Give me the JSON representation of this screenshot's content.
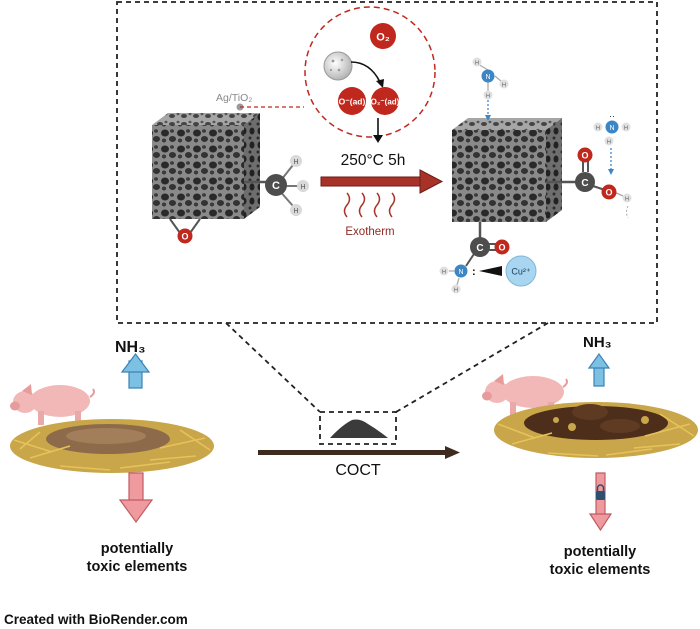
{
  "inset": {
    "catalyst_label": "Ag/TiO₂",
    "oxygen": {
      "o2": "O₂",
      "o_ad": "O⁻(ad)",
      "o2_ad": "O₂⁻(ad)"
    },
    "condition": "250°C 5h",
    "heat_label": "Exotherm",
    "copper_ion": "Cu²⁺",
    "atom_o": "O",
    "atom_c": "C",
    "atom_h": "H",
    "atom_n": "N"
  },
  "left": {
    "gas": "NH₃",
    "pte_line1": "potentially",
    "pte_line2": "toxic elements"
  },
  "right": {
    "gas": "NH₃",
    "pte_line1": "potentially",
    "pte_line2": "toxic elements"
  },
  "process_label": "COCT",
  "footer": "Created with BioRender.com",
  "colors": {
    "oxygen_red": "#c0281e",
    "arrow_red": "#a83227",
    "nitrogen_blue": "#3d86c6",
    "up_arrow_blue": "#7cc1e4",
    "down_arrow_pink": "#ee9a9e",
    "carbon_gray": "#4d4d4d",
    "process_arrow": "#3d2b1f"
  }
}
